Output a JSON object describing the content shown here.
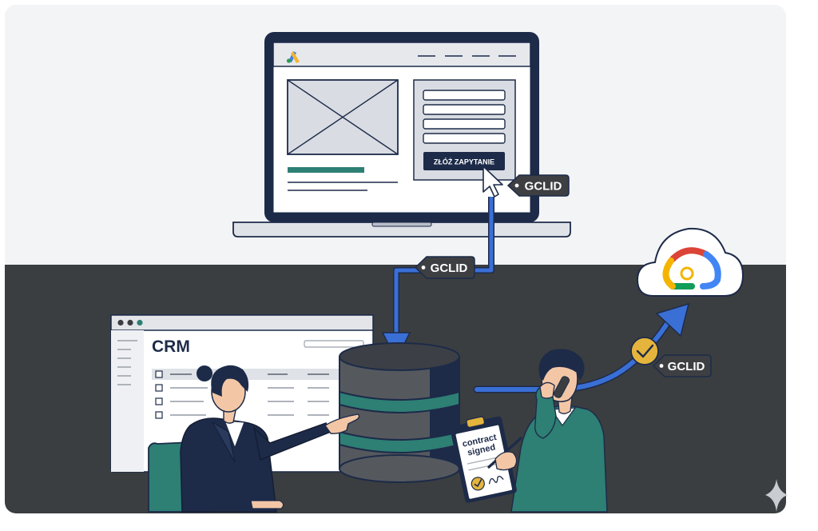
{
  "landing_page": {
    "cta_button": "ZŁÓŻ ZAPYTANIE"
  },
  "tags": {
    "click": "GCLID",
    "transfer": "GCLID",
    "upload": "GCLID"
  },
  "crm": {
    "title": "CRM"
  },
  "clipboard": {
    "line1": "contract",
    "line2": "signed"
  },
  "icons": {
    "ads_logo": "google-ads-logo-icon",
    "cloud_logo": "google-cloud-logo-icon",
    "cursor": "mouse-pointer-icon",
    "database": "database-icon",
    "check": "check-badge-icon",
    "sparkle": "sparkle-icon"
  },
  "colors": {
    "navy": "#1d2b49",
    "teal": "#2e7f74",
    "arrow_blue": "#3a6fd6",
    "dark_bg": "#3b3e40",
    "light_bg": "#f4f5f7",
    "skin": "#f3c7a6"
  }
}
